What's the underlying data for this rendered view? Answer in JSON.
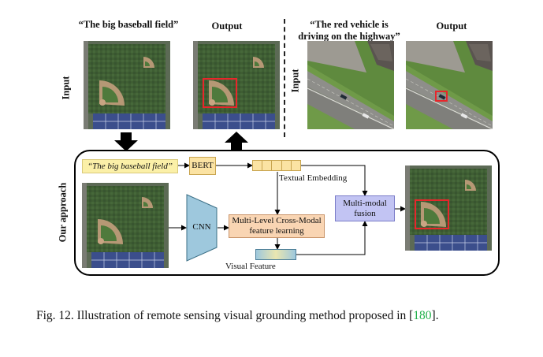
{
  "top": {
    "query1": "“The big baseball field”",
    "output1": "Output",
    "query2": "“The red vehicle is driving on the highway”",
    "output2": "Output",
    "input_label_left": "Input",
    "input_label_right": "Input"
  },
  "approach": {
    "side_label": "Our approach",
    "query_text": "“The big baseball field”",
    "bert_label": "BERT",
    "textual_embedding_label": "Textual Embedding",
    "cnn_label": "CNN",
    "cross_modal_label": "Multi-Level Cross-Modal feature learning",
    "fusion_label": "Multi-modal fusion",
    "visual_feature_label": "Visual Feature"
  },
  "caption": {
    "prefix": "Fig. 12.  Illustration of remote sensing visual grounding method proposed in [",
    "citation": "180",
    "suffix": "]."
  },
  "colors": {
    "query_fill": "#fbf0a8",
    "bert_fill": "#fbe3a3",
    "cnn_fill": "#9ec8dd",
    "cross_modal_fill": "#f9d5b3",
    "fusion_fill": "#c2c4f3",
    "bbox_red": "#e8262b",
    "citation_green": "#22b14c"
  }
}
